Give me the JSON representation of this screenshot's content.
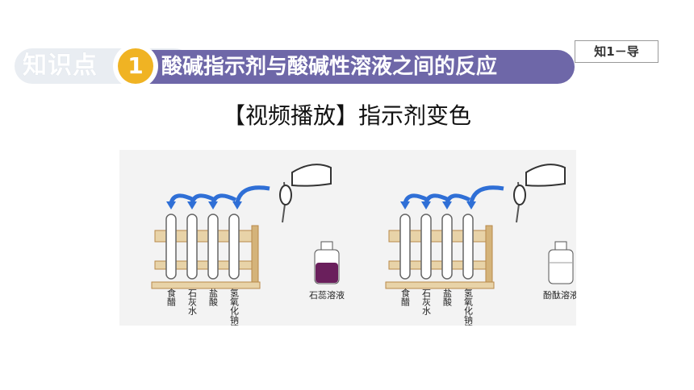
{
  "header": {
    "section_label": "知识点",
    "section_number": "1",
    "title": "酸碱指示剂与酸碱性溶液之间的反应",
    "tag": "知1－导"
  },
  "subtitle": "【视频播放】指示剂变色",
  "figure": {
    "left_tubes": [
      "食醋",
      "石灰水",
      "盐酸",
      "氢氧化钠溶液"
    ],
    "left_bottle": "石蕊溶液",
    "right_tubes": [
      "食醋",
      "石灰水",
      "盐酸",
      "氢氧化钠溶液"
    ],
    "right_bottle": "酚酞溶液",
    "colors": {
      "rack_wood": "#e8d3a8",
      "rack_edge": "#b98a4a",
      "arrow": "#2f6fd6",
      "litmus": "#6a1f5c",
      "title_bar": "#6e67a8",
      "number_badge": "#f0b323"
    }
  }
}
